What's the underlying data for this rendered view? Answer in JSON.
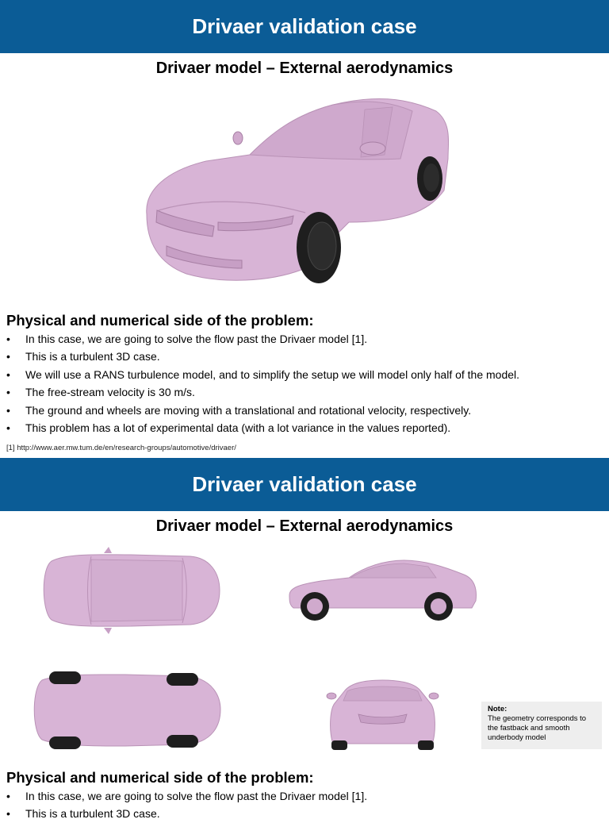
{
  "slides": [
    {
      "header": "Drivaer validation case",
      "subtitle": "Drivaer model – External aerodynamics",
      "section_title": "Physical and numerical side of the problem:",
      "bullets": [
        "In this case, we are going to solve the flow past the Drivaer model [1].",
        "This is a turbulent 3D case.",
        "We will use a RANS turbulence model, and to simplify the setup we will model only half of the model.",
        "The free-stream velocity is 30 m/s.",
        "The ground and wheels are moving with a translational and rotational velocity, respectively.",
        "This problem has a lot of experimental data (with a lot variance in the values reported)."
      ],
      "reference": "[1] http://www.aer.mw.tum.de/en/research-groups/automotive/drivaer/"
    },
    {
      "header": "Drivaer validation case",
      "subtitle": "Drivaer model – External aerodynamics",
      "note_title": "Note:",
      "note_text": "The geometry corresponds to the fastback and smooth underbody model",
      "section_title": "Physical and numerical side of the problem:",
      "bullets": [
        "In this case, we are going to solve the flow past the Drivaer model [1].",
        "This is a turbulent 3D case."
      ]
    }
  ],
  "colors": {
    "header_bg": "#0b5c96",
    "car_body": "#d8b4d6",
    "car_shade": "#c79fc5",
    "tire": "#1e1e1e"
  }
}
